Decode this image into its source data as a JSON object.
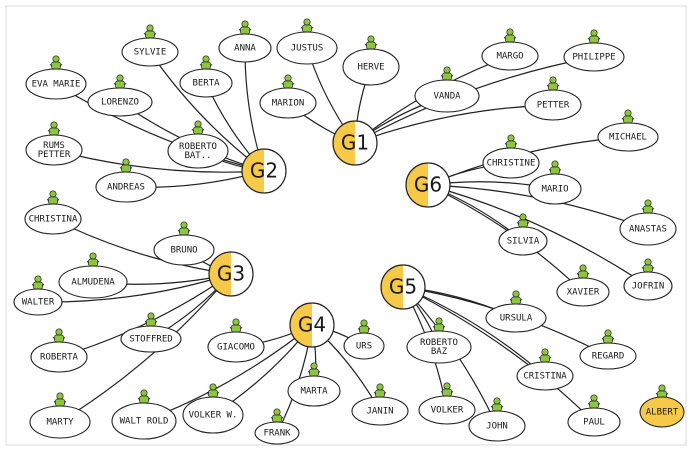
{
  "colors": {
    "hub_fill": "#f7c948",
    "figure": "#8cc63f",
    "stroke": "#222222",
    "paper": "#ffffff"
  },
  "hubs": [
    {
      "id": "G1",
      "label": "G1"
    },
    {
      "id": "G2",
      "label": "G2"
    },
    {
      "id": "G3",
      "label": "G3"
    },
    {
      "id": "G4",
      "label": "G4"
    },
    {
      "id": "G5",
      "label": "G5"
    },
    {
      "id": "G6",
      "label": "G6"
    }
  ],
  "groups": {
    "G1": [
      "JUSTUS",
      "HERVE",
      "MARGO",
      "PHILIPPE",
      "MARION",
      "VANDA",
      "PETTER"
    ],
    "G2": [
      "SYLVIE",
      "ANNA",
      "EVA MARIE",
      "LORENZO",
      "BERTA",
      "RUMS PETTER",
      "ROBERTO BAT..",
      "ANDREAS"
    ],
    "G3": [
      "CHRISTINA",
      "BRUNO",
      "ALMUDENA",
      "WALTER",
      "ROBERTA",
      "STOFFRED",
      "MARTY"
    ],
    "G4": [
      "GIACOMO",
      "URS",
      "MARTA",
      "WALT ROLD",
      "VOLKER W.",
      "FRANK",
      "JANIN"
    ],
    "G5": [
      "URSULA",
      "ROBERTO BAZ",
      "REGARD",
      "CRISTINA",
      "VOLKER",
      "JOHN",
      "PAUL"
    ],
    "G6": [
      "CHRISTINE",
      "MICHAEL",
      "MARIO",
      "ANASTAS",
      "SILVIA",
      "XAVIER",
      "JOFRIN"
    ]
  },
  "extra": {
    "label": "ALBERT"
  }
}
